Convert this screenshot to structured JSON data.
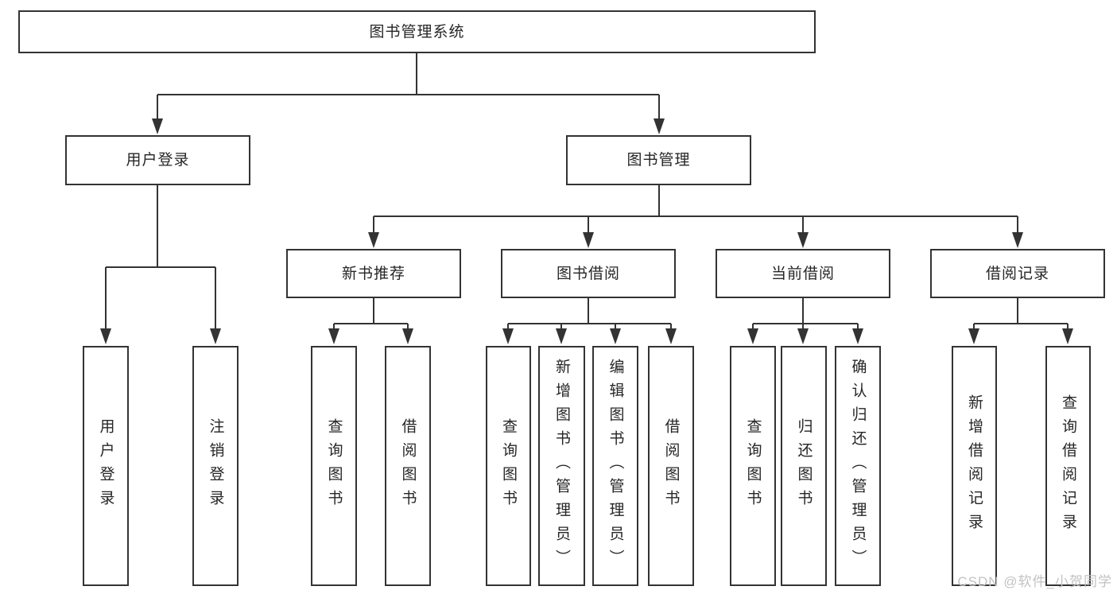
{
  "diagram": {
    "root": "图书管理系统",
    "user_login": {
      "label": "用户登录",
      "children": [
        "用户登录",
        "注销登录"
      ]
    },
    "book_management": {
      "label": "图书管理",
      "groups": [
        {
          "label": "新书推荐",
          "children": [
            "查询图书",
            "借阅图书"
          ]
        },
        {
          "label": "图书借阅",
          "children": [
            "查询图书",
            "新增图书（管理员）",
            "编辑图书（管理员）",
            "借阅图书"
          ]
        },
        {
          "label": "当前借阅",
          "children": [
            "查询图书",
            "归还图书",
            "确认归还（管理员）"
          ]
        },
        {
          "label": "借阅记录",
          "children": [
            "新增借阅记录",
            "查询借阅记录"
          ]
        }
      ]
    }
  },
  "watermark": "CSDN @软件_小贺同学",
  "colors": {
    "line": "#333333",
    "text": "#262626",
    "watermark": "#c2c2c2",
    "background": "#ffffff"
  }
}
